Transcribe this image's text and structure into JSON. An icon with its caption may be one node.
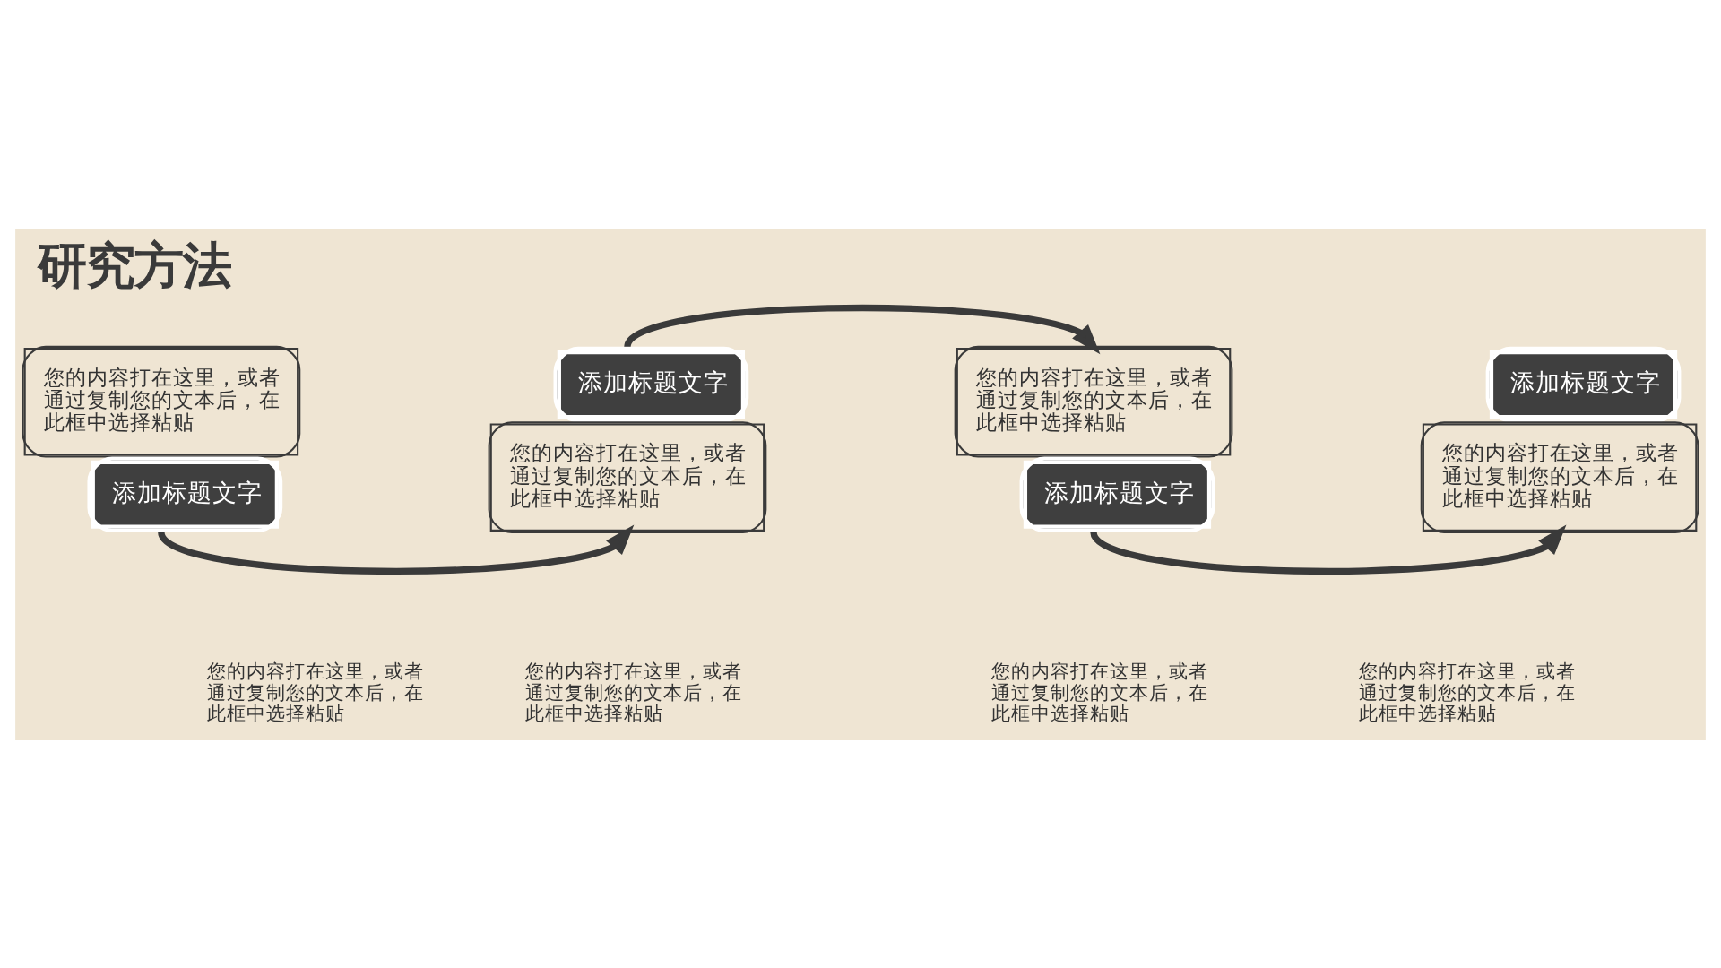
{
  "diagram": {
    "title": "研究方法",
    "nodes": [
      {
        "text": [
          "您的内容打在这里，或者通过复制您的文本后，在此框中选择粘贴",
          "添加标题文字"
        ]
      },
      {
        "text": [
          "添加标题文字",
          "您的内容打在这里，或者通过复制您的文本后，在此框中选择粘贴"
        ]
      },
      {
        "text": [
          "您的内容打在这里，或者通过复制您的文本后，在此框中选择粘贴",
          "添加标题文字"
        ]
      },
      {
        "text": [
          "添加标题文字",
          "您的内容打在这里，或者通过复制您的文本后，在此框中选择粘贴"
        ]
      }
    ],
    "edges": [
      {
        "from": 0,
        "to": 1,
        "arrow": "to"
      },
      {
        "from": 1,
        "to": 2,
        "arrow": "to"
      },
      {
        "from": 2,
        "to": 3,
        "arrow": "to"
      }
    ],
    "labels": [
      "您的内容打在这里，或者通过复制您的文本后，在此框中选择粘贴",
      "您的内容打在这里，或者通过复制您的文本后，在此框中选择粘贴",
      "您的内容打在这里，或者通过复制您的文本后，在此框中选择粘贴",
      "您的内容打在这里，或者通过复制您的文本后，在此框中选择粘贴"
    ]
  }
}
